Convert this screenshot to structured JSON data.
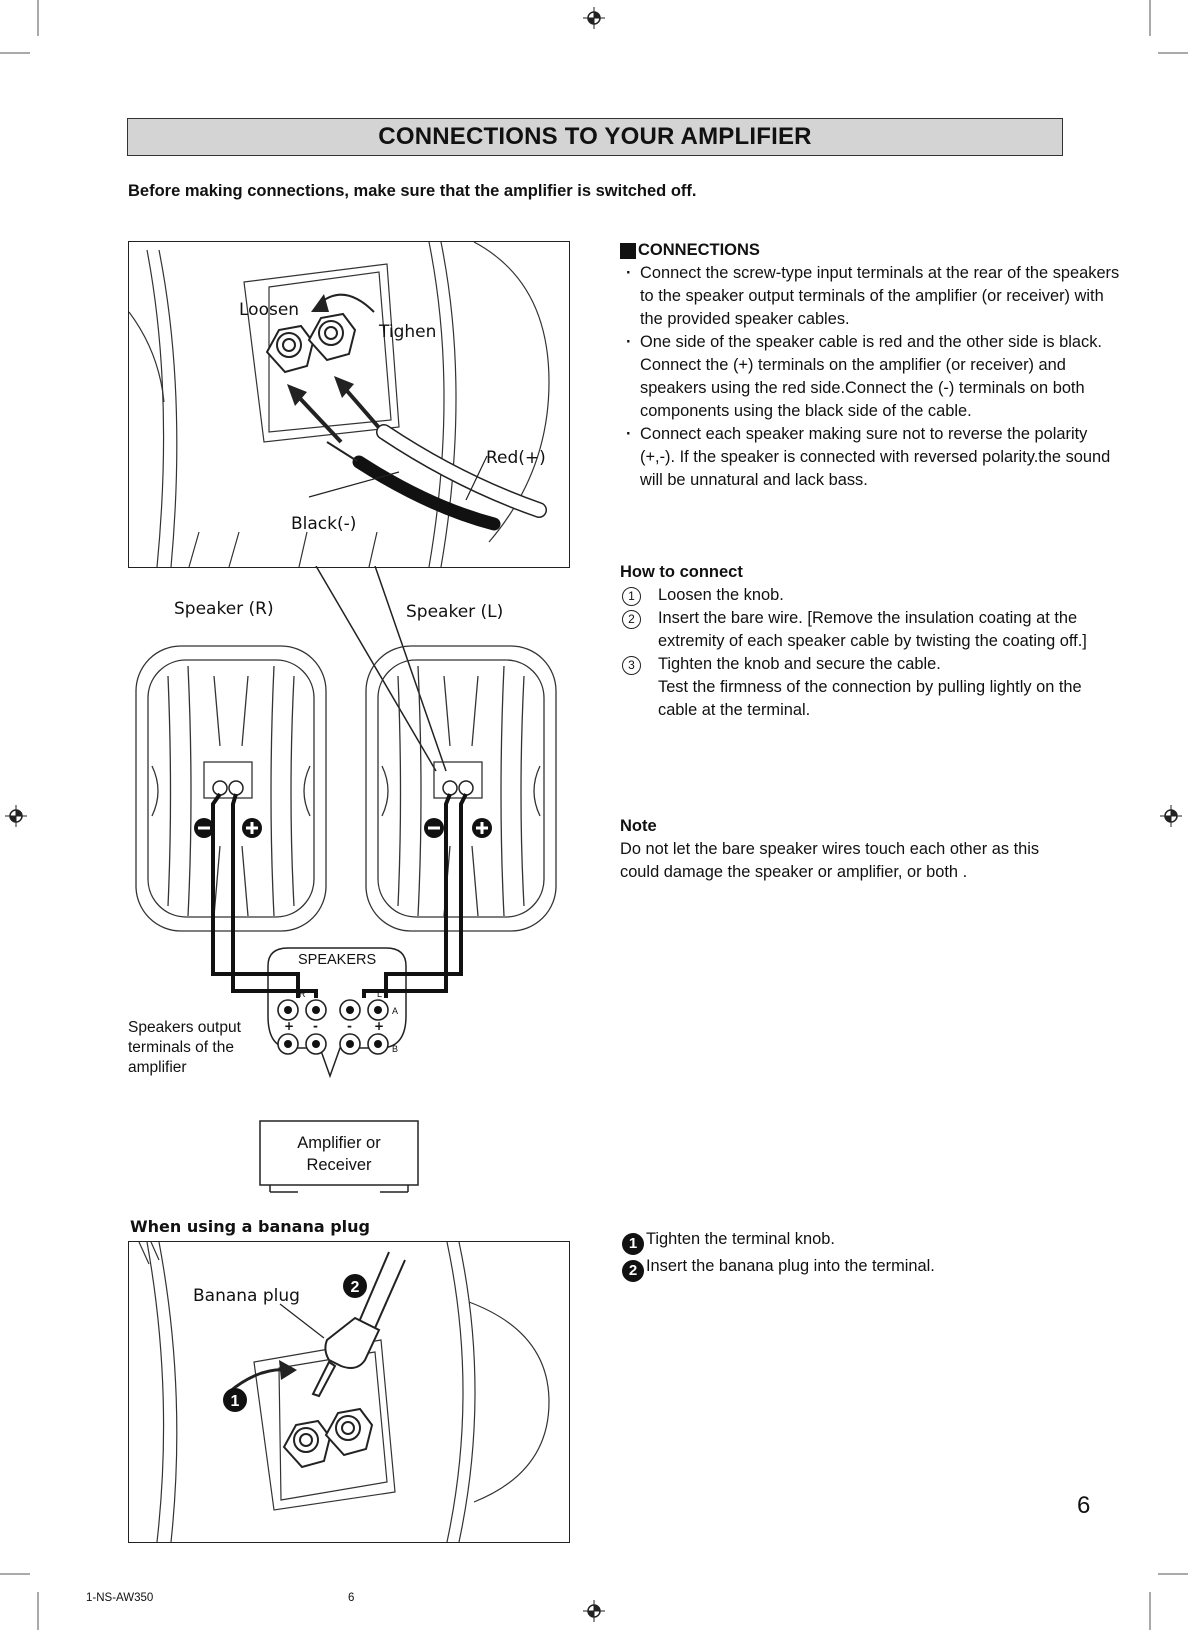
{
  "title": "CONNECTIONS TO YOUR AMPLIFIER",
  "warning": "Before making connections, make sure that the amplifier is switched off.",
  "figure_top": {
    "loosen": "Loosen",
    "tighten": "Tighen",
    "red": "Red(+)",
    "black": "Black(-)"
  },
  "figure_middle": {
    "speaker_r": "Speaker (R)",
    "speaker_l": "Speaker (L)",
    "speakers_panel": "SPEAKERS",
    "terminal_r": "R",
    "terminal_l": "L",
    "row_a": "A",
    "row_b": "B",
    "output_label": [
      "Speakers output",
      "terminals of the",
      "amplifier"
    ],
    "amp_label": [
      "Amplifier or",
      "Receiver"
    ]
  },
  "connections": {
    "heading": "CONNECTIONS",
    "bullets": [
      "Connect the screw-type input terminals at the rear of the speakers to the speaker output terminals of the amplifier (or receiver) with the provided speaker cables.",
      "One side of the speaker cable is red and the other side is black. Connect the (+) terminals on the amplifier (or receiver) and speakers using the red side.Connect the (-) terminals on both components using the black side of the cable.",
      "Connect each speaker making sure not to reverse the polarity (+,-). If the speaker is connected with reversed polarity.the sound will be unnatural and lack bass."
    ]
  },
  "how_to": {
    "heading": "How to connect",
    "steps": [
      {
        "num": "1",
        "text": "Loosen the knob."
      },
      {
        "num": "2",
        "text": "Insert the bare wire. [Remove the insulation coating at the extremity of each speaker cable by twisting the coating off.]"
      },
      {
        "num": "3",
        "text": "Tighten the knob and secure the cable.",
        "extra": "Test the firmness of the connection by pulling lightly on the cable at the terminal."
      }
    ]
  },
  "note": {
    "heading": "Note",
    "text": "Do not let the bare speaker wires touch each other as this could damage the speaker or amplifier, or both ."
  },
  "banana": {
    "heading": "When using a banana plug",
    "label": "Banana plug",
    "steps": [
      {
        "num": "1",
        "text": "Tighten the terminal knob."
      },
      {
        "num": "2",
        "text": "Insert the banana plug into the  terminal."
      }
    ]
  },
  "page_number": "6",
  "footer": {
    "code": "1-NS-AW350",
    "page": "6"
  }
}
